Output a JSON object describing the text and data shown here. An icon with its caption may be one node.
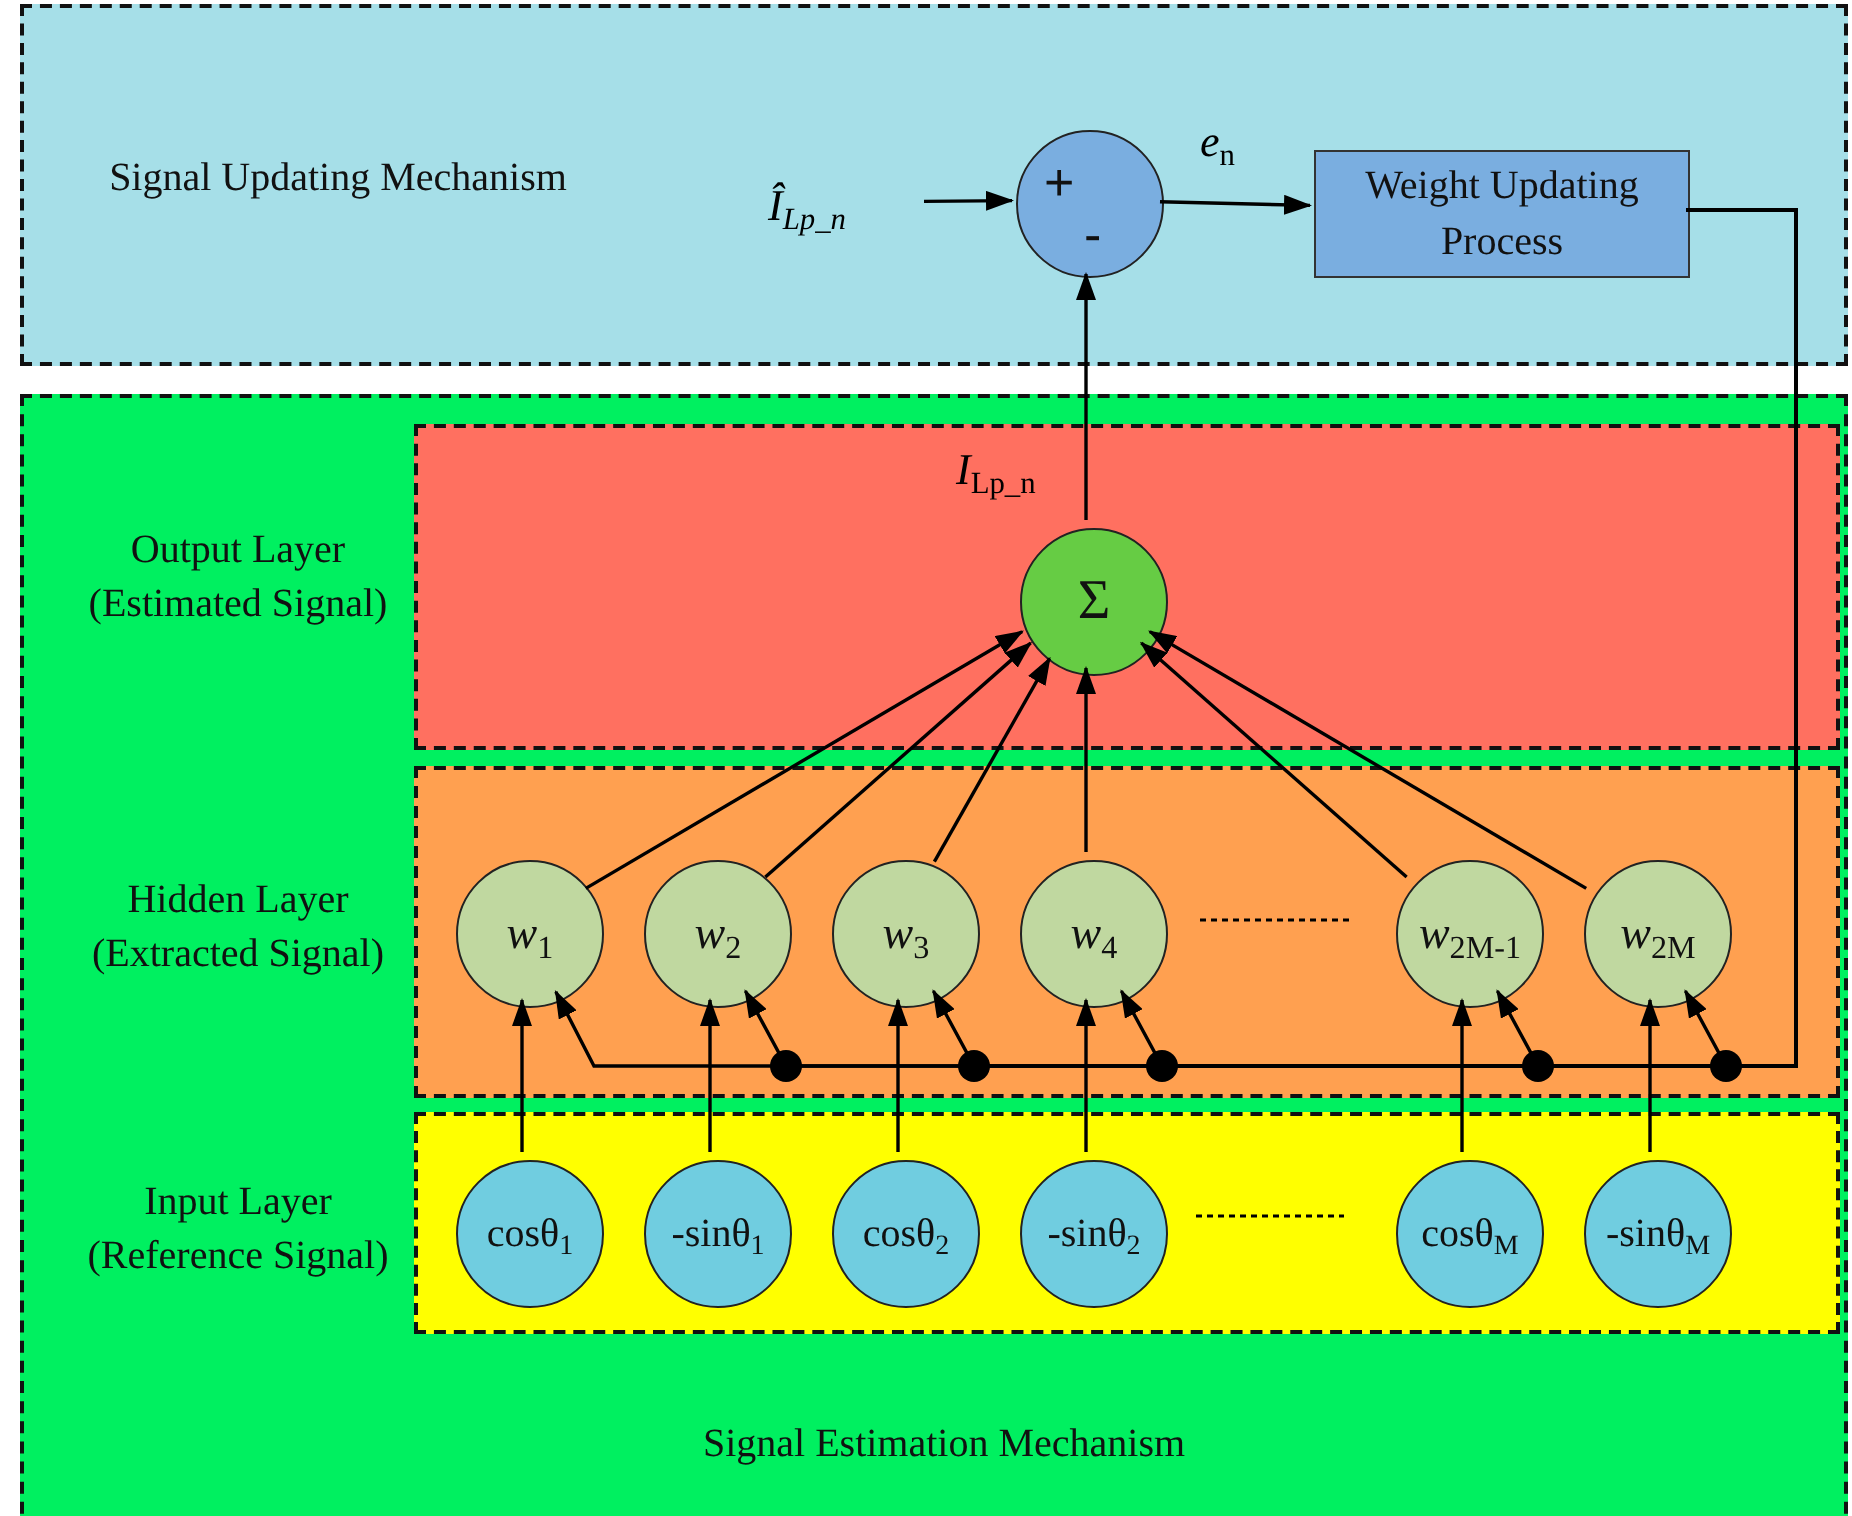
{
  "diagram": {
    "nodes": [
      {
        "text": [
          "Signal Updating Mechanism"
        ]
      },
      {
        "text": [
          "Î$_{Lp_n}$"
        ],
        "in": 0
      },
      {
        "text": [
          "+",
          "-"
        ],
        "in": 0
      },
      {
        "text": [
          "Weight Updating Process"
        ],
        "in": 0
      },
      {
        "text": [
          "Signal Estimation Mechanism"
        ]
      },
      {
        "text": [
          "Output Layer (Estimated Signal)"
        ],
        "in": 4
      },
      {
        "text": [
          "Σ"
        ],
        "in": 5
      },
      {
        "text": [
          "Hidden Layer (Extracted Signal)"
        ],
        "in": 4
      },
      {
        "text": [
          "*w*$_{1}$"
        ],
        "in": 7
      },
      {
        "text": [
          "*w*$_{2}$"
        ],
        "in": 7
      },
      {
        "text": [
          "*w*$_{3}$"
        ],
        "in": 7
      },
      {
        "text": [
          "*w*$_{4}$"
        ],
        "in": 7
      },
      {
        "text": [
          "*w*$_{2M-1}$"
        ],
        "in": 7
      },
      {
        "text": [
          "*w*$_{2M}$"
        ],
        "in": 7
      },
      {
        "text": [
          "Input Layer (Reference Signal)"
        ],
        "in": 4
      },
      {
        "text": [
          "cosθ$_{1}$"
        ],
        "in": 14
      },
      {
        "text": [
          "-sinθ$_{1}$"
        ],
        "in": 14
      },
      {
        "text": [
          "cosθ$_{2}$"
        ],
        "in": 14
      },
      {
        "text": [
          "-sinθ$_{2}$"
        ],
        "in": 14
      },
      {
        "text": [
          "cosθ$_{M}$"
        ],
        "in": 14
      },
      {
        "text": [
          "-sinθ$_{M}$"
        ],
        "in": 14
      }
    ],
    "edges": [
      {
        "from": 1,
        "to": 2,
        "arrow": "to"
      },
      {
        "from": 2,
        "to": 3,
        "arrow": "to",
        "label": "*e*$_{n}$"
      },
      {
        "from": 6,
        "to": 2,
        "arrow": "to",
        "label": "*I*$_{Lp_n}$"
      },
      {
        "from": 8,
        "to": 6,
        "arrow": "to"
      },
      {
        "from": 9,
        "to": 6,
        "arrow": "to"
      },
      {
        "from": 10,
        "to": 6,
        "arrow": "to"
      },
      {
        "from": 11,
        "to": 6,
        "arrow": "to"
      },
      {
        "from": 12,
        "to": 6,
        "arrow": "to"
      },
      {
        "from": 13,
        "to": 6,
        "arrow": "to"
      },
      {
        "from": 15,
        "to": 8,
        "arrow": "to"
      },
      {
        "from": 16,
        "to": 9,
        "arrow": "to"
      },
      {
        "from": 17,
        "to": 10,
        "arrow": "to"
      },
      {
        "from": 18,
        "to": 11,
        "arrow": "to"
      },
      {
        "from": 19,
        "to": 12,
        "arrow": "to"
      },
      {
        "from": 20,
        "to": 13,
        "arrow": "to"
      },
      {
        "from": 3,
        "to": 8,
        "arrow": "to"
      },
      {
        "from": 3,
        "to": 9,
        "arrow": "to"
      },
      {
        "from": 3,
        "to": 10,
        "arrow": "to"
      },
      {
        "from": 3,
        "to": 11,
        "arrow": "to"
      },
      {
        "from": 3,
        "to": 12,
        "arrow": "to"
      },
      {
        "from": 3,
        "to": 13,
        "arrow": "to"
      }
    ]
  }
}
